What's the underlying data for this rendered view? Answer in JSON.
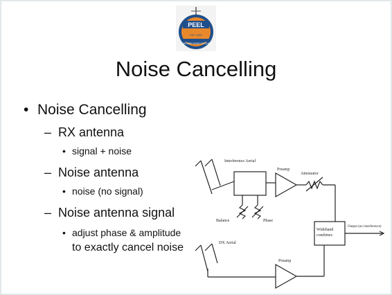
{
  "logo": {
    "top_text": "PEEL",
    "bottom_text": "ONTARIO RADIO GROUP",
    "est": "EST 1962"
  },
  "slide": {
    "title": "Noise Cancelling",
    "bullets": [
      {
        "level": 1,
        "marker": "•",
        "text": "Noise Cancelling"
      },
      {
        "level": 2,
        "marker": "–",
        "text": "RX antenna"
      },
      {
        "level": 3,
        "marker": "•",
        "text": "signal + noise"
      },
      {
        "level": 2,
        "marker": "–",
        "text": "Noise antenna"
      },
      {
        "level": 3,
        "marker": "•",
        "text": "noise (no signal)"
      },
      {
        "level": 2,
        "marker": "–",
        "text": "Noise antenna signal"
      },
      {
        "level": 3,
        "marker": "•",
        "text": "adjust phase & amplitude"
      },
      {
        "level": 3,
        "marker": "",
        "text": "to exactly cancel noise"
      }
    ]
  },
  "diagram": {
    "interference_aerial": "Interference Aerial",
    "preamp_top": "Preamp",
    "attenuator": "Attenuator",
    "balance": "Balance",
    "phase": "Phase",
    "combiner_line1": "Wideband",
    "combiner_line2": "combiner.",
    "output": "Output (no interference)",
    "dx_aerial": "DX Aerial",
    "preamp_bottom": "Preamp"
  },
  "colors": {
    "logo_orange": "#e8882a",
    "logo_blue": "#1f4e8c",
    "text": "#111111",
    "frame_border": "#e2e8ea"
  }
}
